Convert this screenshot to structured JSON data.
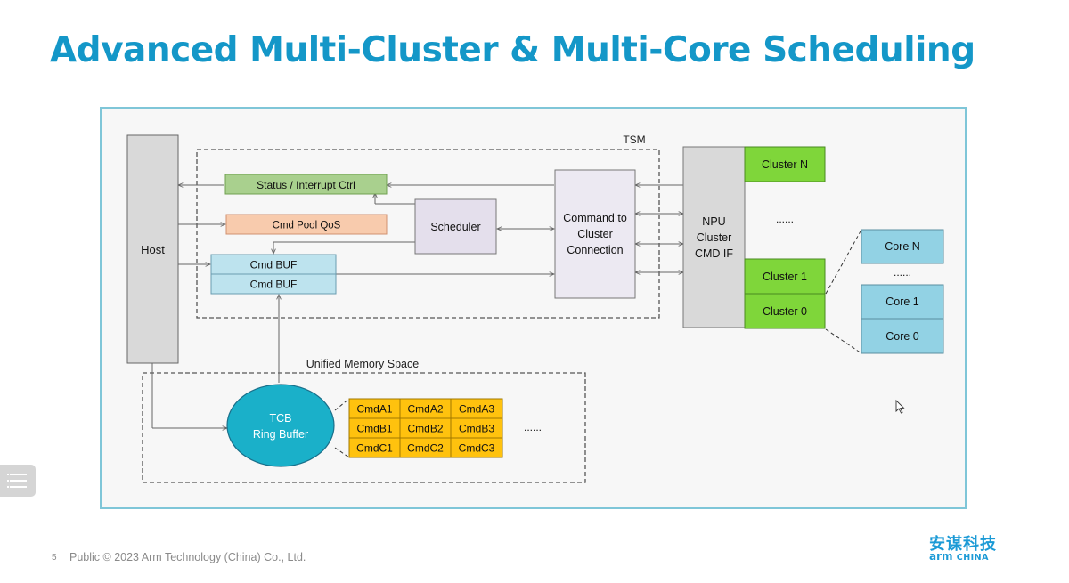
{
  "slide": {
    "title": "Advanced Multi-Cluster & Multi-Core Scheduling",
    "page_number": "5",
    "footer": "Public © 2023 Arm Technology (China) Co., Ltd."
  },
  "brand": {
    "chinese": "安谋科技",
    "arm": "arm",
    "china": "CHINA",
    "color": "#1b9ad6"
  },
  "diagram": {
    "tsm_label": "TSM",
    "host": "Host",
    "status_ctrl": "Status / Interrupt Ctrl",
    "cmd_pool_qos": "Cmd Pool QoS",
    "scheduler": "Scheduler",
    "cmd_buf_1": "Cmd BUF",
    "cmd_buf_2": "Cmd BUF",
    "command_to_cluster": [
      "Command to",
      "Cluster",
      "Connection"
    ],
    "npu_cluster": [
      "NPU",
      "Cluster",
      "CMD IF"
    ],
    "cluster_n": "Cluster N",
    "cluster_ellipsis": "......",
    "cluster_1": "Cluster 1",
    "cluster_0": "Cluster 0",
    "core_n": "Core N",
    "core_ellipsis": "......",
    "core_1": "Core 1",
    "core_0": "Core 0",
    "unified_memory_label": "Unified Memory Space",
    "tcb_ring_buffer": [
      "TCB",
      "Ring Buffer"
    ],
    "cmd_grid": [
      [
        "CmdA1",
        "CmdA2",
        "CmdA3"
      ],
      [
        "CmdB1",
        "CmdB2",
        "CmdB3"
      ],
      [
        "CmdC1",
        "CmdC2",
        "CmdC3"
      ]
    ],
    "cmd_ellipsis": "......"
  },
  "colors": {
    "title": "#1497c8",
    "status_ctrl_fill": "#a9d08e",
    "cmd_pool_fill": "#f8cbad",
    "scheduler_fill": "#e4dfec",
    "cmd_buf_fill": "#bde3ee",
    "cluster_fill": "#7fd63a",
    "core_fill": "#92d2e4",
    "tcb_fill": "#1ab0c9",
    "cmd_grid_fill": "#ffc20e"
  }
}
